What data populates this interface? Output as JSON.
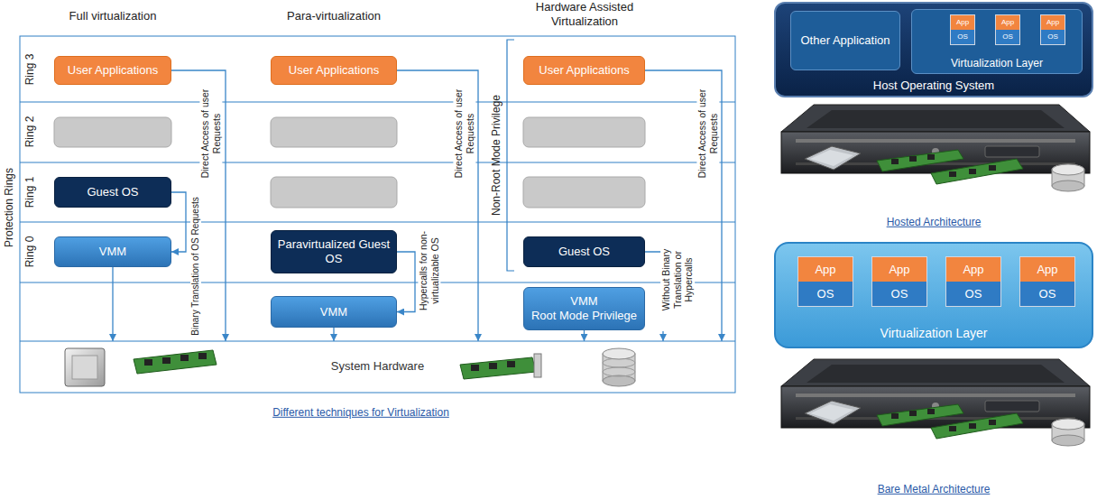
{
  "diagram": {
    "caption": "Different techniques for Virtualization",
    "nodes": [
      {
        "text": [
          "User Applications"
        ]
      },
      {
        "text": [
          "Guest OS"
        ]
      },
      {
        "text": [
          "VMM"
        ]
      },
      {
        "text": [
          "User Applications"
        ]
      },
      {
        "text": [
          "Paravirtualized Guest OS"
        ]
      },
      {
        "text": [
          "VMM"
        ]
      },
      {
        "text": [
          "User Applications"
        ]
      },
      {
        "text": [
          "Guest OS"
        ]
      },
      {
        "text": [
          "VMM",
          "Root Mode Privilege"
        ]
      },
      {
        "text": [
          "System Hardware"
        ]
      },
      {
        "text": [
          "Host Operating System"
        ]
      },
      {
        "text": [
          "Other Application"
        ],
        "in": 10
      },
      {
        "text": [
          "Virtualization Layer"
        ],
        "in": 10
      },
      {
        "text": [
          "App",
          "OS"
        ],
        "in": 12
      },
      {
        "text": [
          "App",
          "OS"
        ],
        "in": 12
      },
      {
        "text": [
          "App",
          "OS"
        ],
        "in": 12
      },
      {
        "text": [
          "Virtualization Layer"
        ]
      },
      {
        "text": [
          "App",
          "OS"
        ],
        "in": 16
      },
      {
        "text": [
          "App",
          "OS"
        ],
        "in": 16
      },
      {
        "text": [
          "App",
          "OS"
        ],
        "in": 16
      },
      {
        "text": [
          "App",
          "OS"
        ],
        "in": 16
      }
    ],
    "edges": [
      {
        "from": 0,
        "to": 9,
        "arrow": "to",
        "label": "Direct Access of user Requests"
      },
      {
        "from": 1,
        "to": 2,
        "arrow": "to",
        "label": "Binary Translation of OS Requests"
      },
      {
        "from": 2,
        "to": 9,
        "arrow": "to"
      },
      {
        "from": 3,
        "to": 9,
        "arrow": "to",
        "label": "Direct Access of user Requests"
      },
      {
        "from": 4,
        "to": 5,
        "arrow": "to",
        "label": "Hypercalls for non-virtualizable OS"
      },
      {
        "from": 5,
        "to": 9,
        "arrow": "to"
      },
      {
        "from": 6,
        "to": 9,
        "arrow": "to",
        "label": "Direct Access of user Requests"
      },
      {
        "from": 7,
        "to": 9,
        "arrow": "to",
        "label": "Without Binary Translation or Hypercalls"
      },
      {
        "from": 8,
        "to": 9,
        "arrow": "to"
      }
    ],
    "labels": [
      "Full virtualization",
      "Para-virtualization",
      "Hardware Assisted Virtualization",
      "Protection Rings",
      "Ring 3",
      "Ring 2",
      "Ring 1",
      "Ring 0",
      "Non-Root Mode Privilege",
      "Hosted Architecture",
      "Bare Metal Architecture"
    ]
  }
}
